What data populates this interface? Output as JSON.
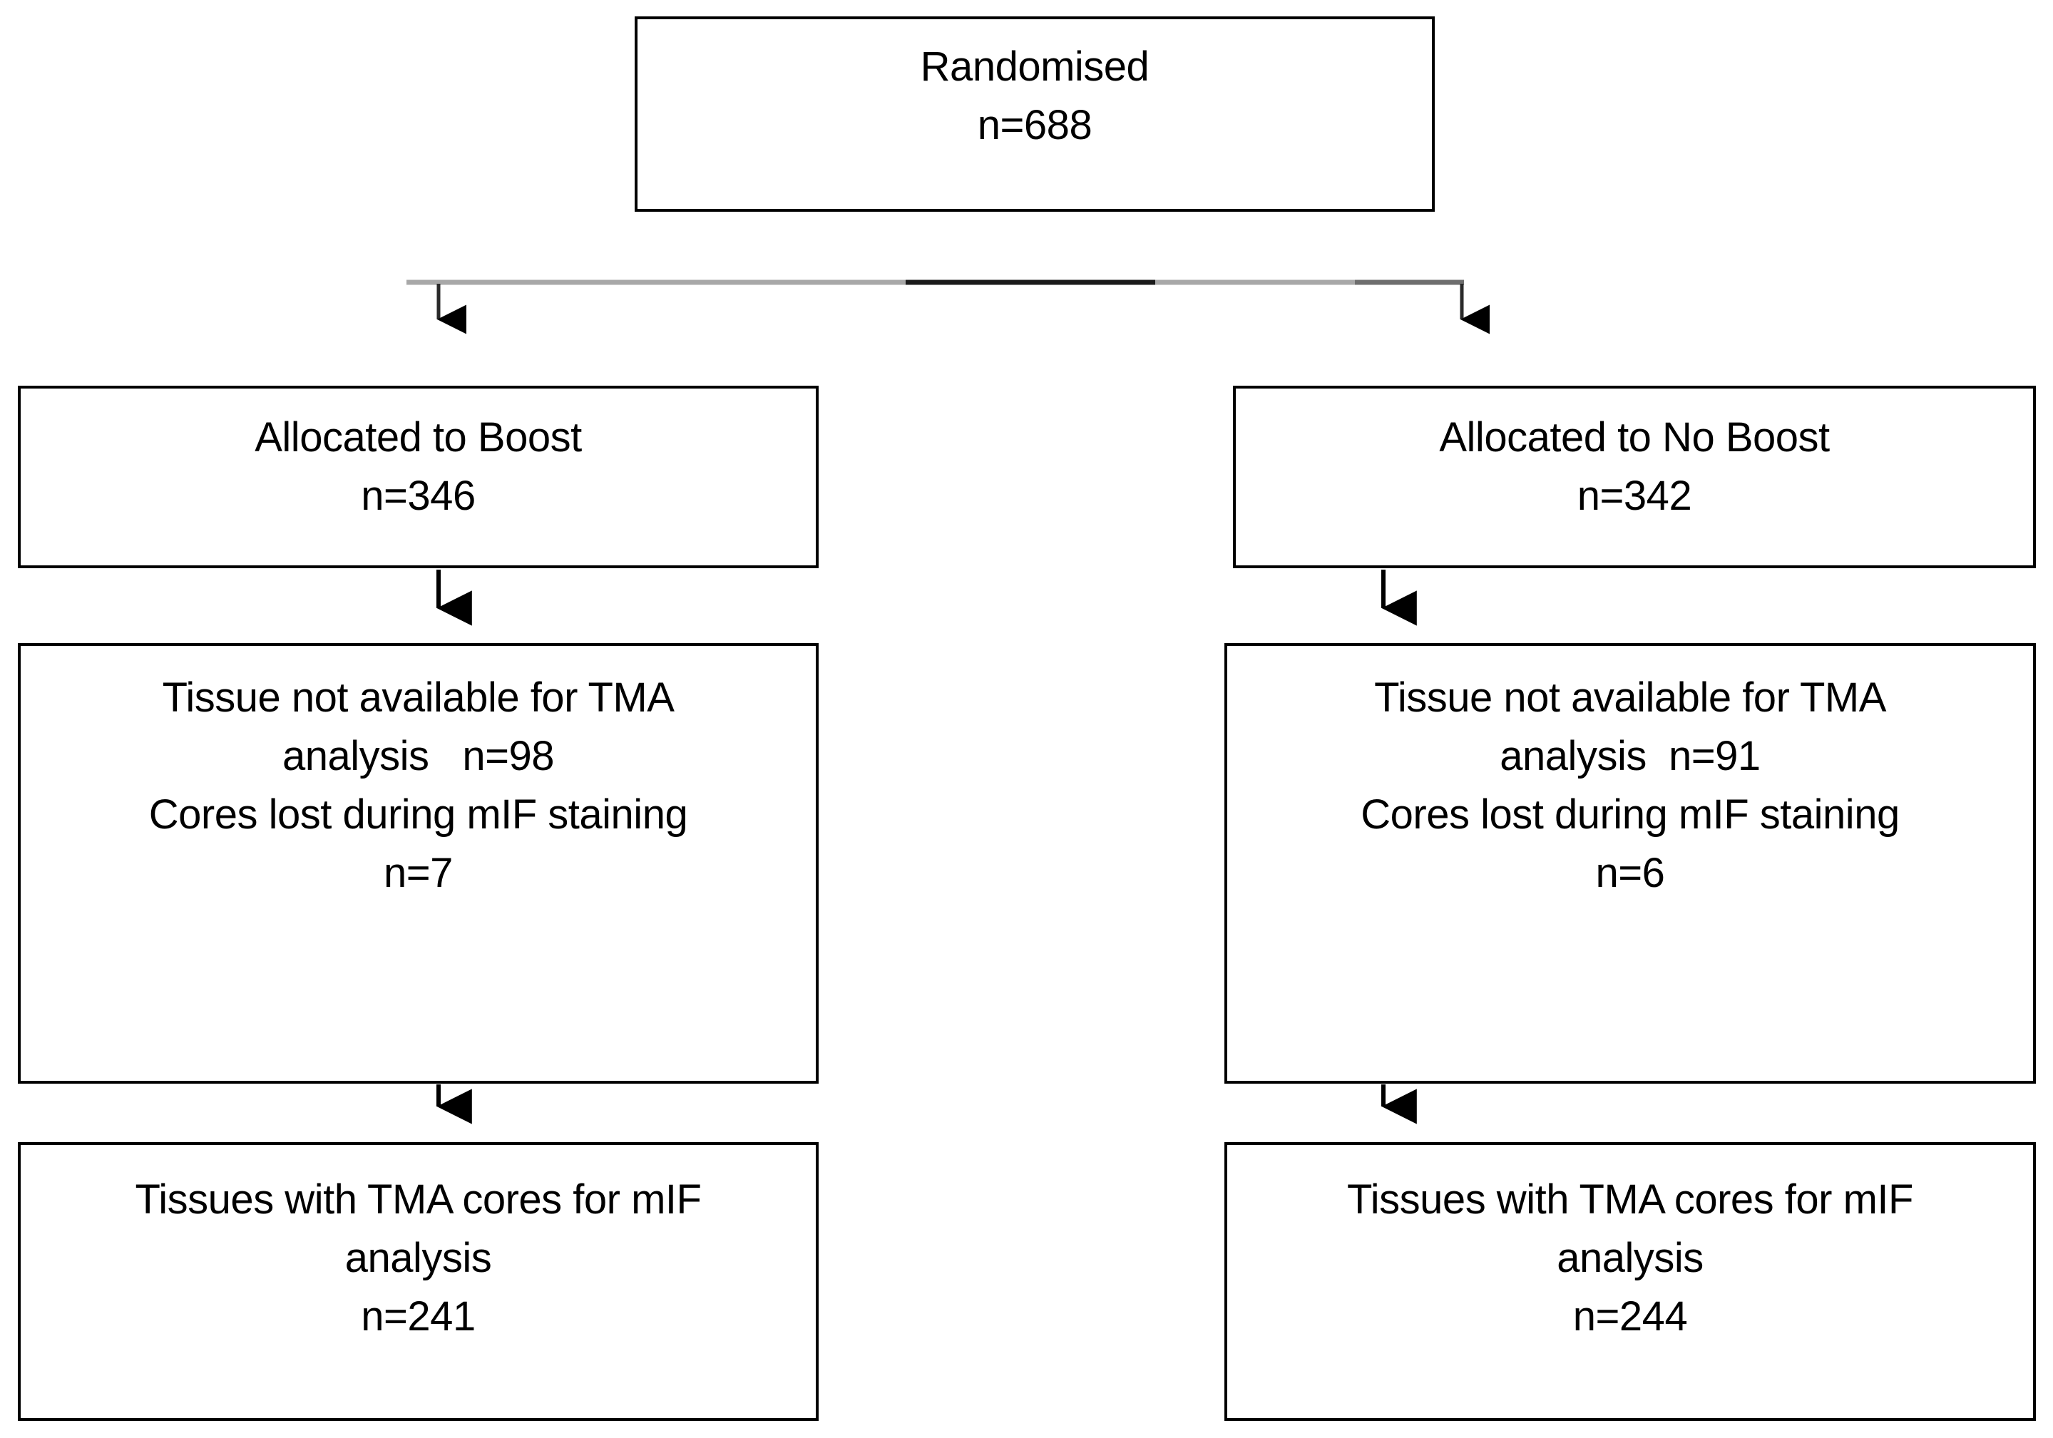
{
  "diagram": {
    "title": "CONSORT participant flow diagram",
    "colors": {
      "border": "#000000",
      "text": "#000000",
      "background": "#ffffff",
      "connector": "#9a9a9a",
      "connector_dark": "#000000"
    },
    "nodes": {
      "randomised": {
        "label": "Randomised",
        "count": "n=688"
      },
      "allocated_boost": {
        "label": "Allocated to Boost",
        "count": "n=346"
      },
      "allocated_no_boost": {
        "label": "Allocated to No Boost",
        "count": "n=342"
      },
      "excluded_boost": {
        "line1": "Tissue not available for TMA",
        "line2": "analysis   n=98",
        "line3": "Cores lost during mIF staining",
        "line4": "n=7"
      },
      "excluded_no_boost": {
        "line1": "Tissue not available for TMA",
        "line2": "analysis  n=91",
        "line3": "Cores lost during mIF staining",
        "line4": "n=6"
      },
      "final_boost": {
        "line1": "Tissues with TMA cores for mIF",
        "line2": "analysis",
        "line3": "n=241"
      },
      "final_no_boost": {
        "line1": "Tissues with TMA cores for mIF",
        "line2": "analysis",
        "line3": "n=244"
      }
    },
    "connectors": [
      {
        "name": "randomised-to-split",
        "from": "randomised",
        "to": "split-bar"
      },
      {
        "name": "split-to-allocated-boost",
        "from": "split-bar",
        "to": "allocated_boost"
      },
      {
        "name": "split-to-allocated-no-boost",
        "from": "split-bar",
        "to": "allocated_no_boost"
      },
      {
        "name": "boost-alloc-to-excluded",
        "from": "allocated_boost",
        "to": "excluded_boost"
      },
      {
        "name": "boost-excluded-to-final",
        "from": "excluded_boost",
        "to": "final_boost"
      },
      {
        "name": "noboost-alloc-to-excluded",
        "from": "allocated_no_boost",
        "to": "excluded_no_boost"
      },
      {
        "name": "noboost-excluded-to-final",
        "from": "excluded_no_boost",
        "to": "final_no_boost"
      }
    ]
  }
}
